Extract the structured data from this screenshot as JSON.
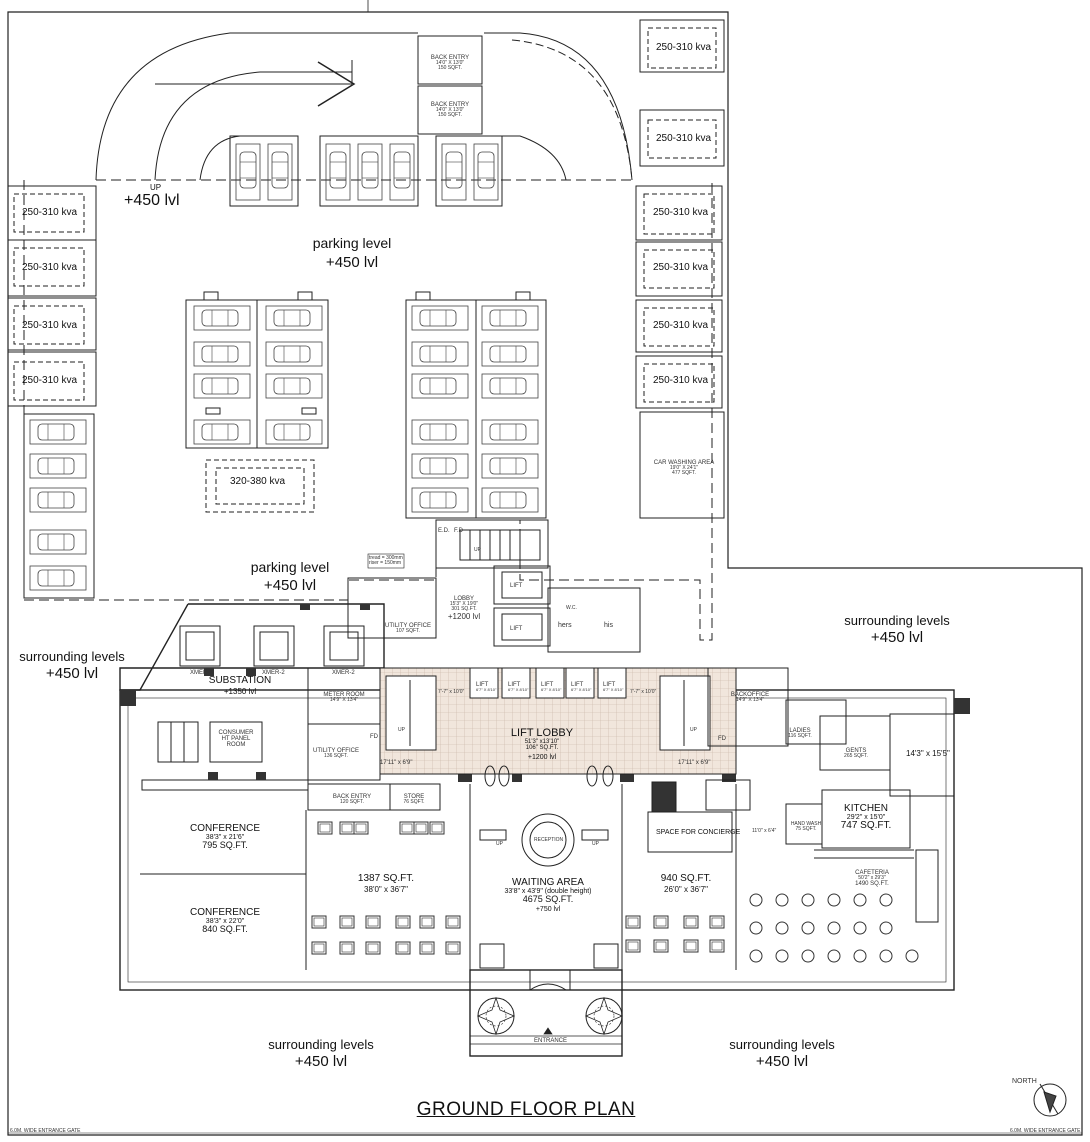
{
  "title": "GROUND FLOOR PLAN",
  "north": "NORTH",
  "gate_labels": [
    "6.0M. WIDE ENTRANCE GATE",
    "6.0M. WIDE ENTRANCE GATE"
  ],
  "kva_labels": {
    "top_right": [
      "250-310 kva",
      "250-310 kva"
    ],
    "right_column": [
      "250-310 kva",
      "250-310 kva",
      "250-310 kva",
      "250-310 kva"
    ],
    "left_column": [
      "250-310 kva",
      "250-310 kva",
      "250-310 kva",
      "250-310 kva"
    ],
    "center": "320-380 kva"
  },
  "ramp": {
    "up": "UP",
    "level": "+450 lvl"
  },
  "back_entries": [
    {
      "label": "BACK ENTRY",
      "dim": "14'0\" X 13'0\"",
      "area": "150 SQFT."
    },
    {
      "label": "BACK ENTRY",
      "dim": "14'0\" X 13'0\"",
      "area": "150 SQFT."
    }
  ],
  "parking_labels": [
    {
      "name": "parking level",
      "level": "+450 lvl"
    },
    {
      "name": "parking level",
      "level": "+450 lvl"
    }
  ],
  "surrounding_labels": [
    {
      "name": "surrounding levels",
      "level": "+450 lvl"
    },
    {
      "name": "surrounding levels",
      "level": "+450 lvl"
    },
    {
      "name": "surrounding levels",
      "level": "+450 lvl"
    },
    {
      "name": "surrounding levels",
      "level": "+450 lvl"
    }
  ],
  "car_washing": {
    "label": "CAR WASHING AREA",
    "dim": "19'0\" X 24'1\"",
    "area": "477 SQFT."
  },
  "stair_note": {
    "tread": "tread = 300mm",
    "riser": "riser = 150mm"
  },
  "ed": "E.D.",
  "fd_labels": [
    "F.D",
    "FD",
    "FD"
  ],
  "lobby": {
    "label": "LOBBY",
    "dim": "15'3\" X 19'0\"",
    "area": "301 SQ.FT.",
    "level": "+1200 lvl"
  },
  "lift_labels": [
    "LIFT",
    "LIFT",
    "LIFT",
    "LIFT",
    "LIFT",
    "LIFT",
    "LIFT"
  ],
  "lift_dims": [
    "6'7\" X 8'10\"",
    "6'7\" X 8'10\"",
    "6'7\" X 8'10\"",
    "6'7\" X 8'10\"",
    "6'7\" X 8'10\""
  ],
  "toilets": {
    "wc": "W.C.",
    "hers": "hers",
    "his": "his"
  },
  "utility_offices": [
    {
      "label": "UTILITY OFFICE",
      "area": "107 SQFT."
    },
    {
      "label": "UTILITY OFFICE",
      "area": "136 SQFT."
    }
  ],
  "xmers": [
    "XMER-1",
    "XMER-2",
    "XMER-2"
  ],
  "substation": {
    "label": "SUBSTATION",
    "level": "+1350 lvl"
  },
  "meter_room": {
    "label": "METER ROOM",
    "dim": "14'9\" X 13'4\""
  },
  "consumer_room": [
    "CONSUMER",
    "HT PANEL",
    "ROOM"
  ],
  "lift_lobby": {
    "label": "LIFT LOBBY",
    "dim": "51'3\" x13'10\"",
    "area": "106\" SQ.FT.",
    "level": "+1200 lvl"
  },
  "lift_lobby_dims": [
    "17'11\" x 6'9\"",
    "17'11\" x 6'9\"",
    "7'-7\" x 10'0\"",
    "7'-7\" x 10'0\""
  ],
  "backoffice": {
    "label": "BACKOFFICE",
    "dim": "14'9\" X 13'4\""
  },
  "ladies": {
    "label": "LADIES",
    "area": "116 SQFT."
  },
  "gents": {
    "label": "GENTS",
    "area": "265 SQFT."
  },
  "room_14": "14'3\" x 15'5\"",
  "back_entry_lower": {
    "label": "BACK ENTRY",
    "area": "120 SQFT."
  },
  "store": {
    "label": "STORE",
    "area": "76 SQFT."
  },
  "conferences": [
    {
      "label": "CONFERENCE",
      "dim": "38'3\" x 21'6\"",
      "area": "795 SQ.FT."
    },
    {
      "label": "CONFERENCE",
      "dim": "38'3\" x 22'0\"",
      "area": "840 SQ.FT."
    }
  ],
  "hall_left": {
    "area": "1387 SQ.FT.",
    "dim": "38'0\" x 36'7\""
  },
  "reception": "RECEPTION",
  "waiting_area": {
    "label": "WAITING AREA",
    "dim": "33'8\" x 43'9\" (double height)",
    "area": "4675 SQ.FT.",
    "level": "+750 lvl"
  },
  "hall_right": {
    "area": "940 SQ.FT.",
    "dim": "26'0\" x 36'7\""
  },
  "concierge": "SPACE FOR CONCIERGE",
  "small_dim": "11'0\" x 6'4\"",
  "hand_wash": {
    "label": "HAND WASH",
    "area": "75 SQFT."
  },
  "kitchen": {
    "label": "KITCHEN",
    "dim": "29'2\" x 15'0\"",
    "area": "747 SQ.FT."
  },
  "cafeteria": {
    "label": "CAFETERIA",
    "dim": "50'2\" x 29'3\"",
    "area": "1490 SQ.FT."
  },
  "entrance": "ENTRANCE",
  "up_marks": [
    "UP",
    "UP",
    "UP",
    "UP",
    "UP"
  ],
  "colors": {
    "line": "#222222",
    "floor_tile": "#f1e6dc",
    "tile_grid": "#c7b3a3",
    "dark": "#333333"
  }
}
